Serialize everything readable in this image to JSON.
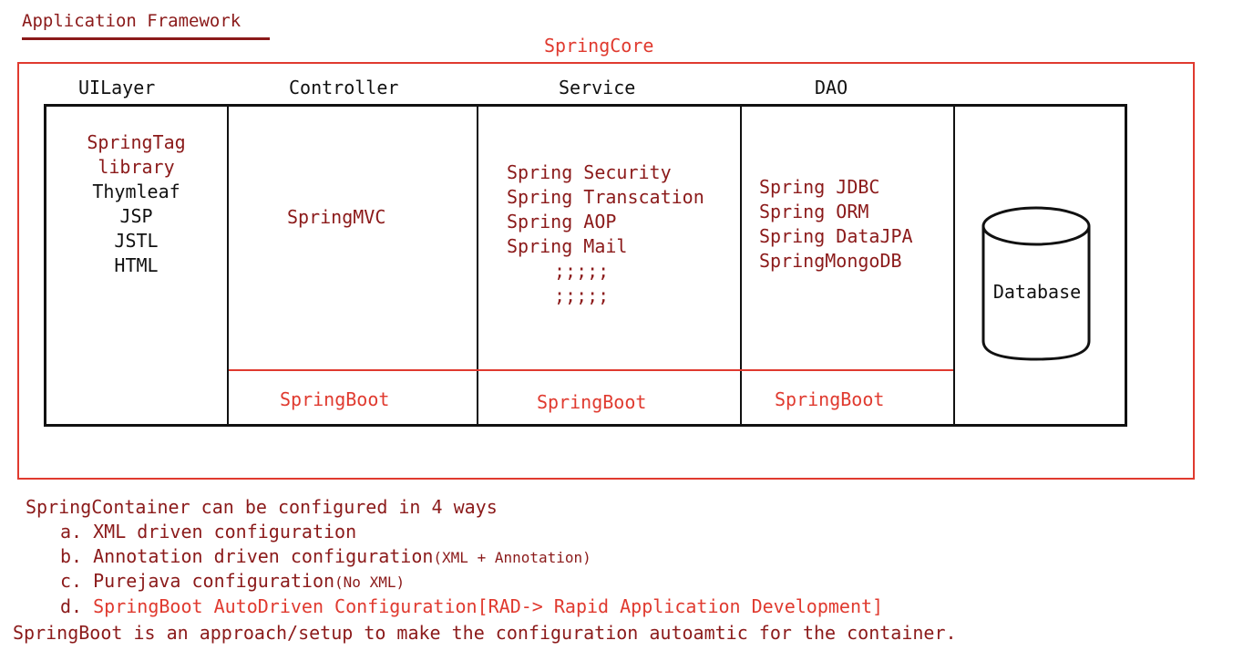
{
  "title": "Application Framework",
  "core_label": "SpringCore",
  "layers": {
    "ui": "UILayer",
    "controller": "Controller",
    "service": "Service",
    "dao": "DAO"
  },
  "ui_cell": {
    "line1": "SpringTag",
    "line2": "library",
    "line3": "Thymleaf",
    "line4": "JSP",
    "line5": "JSTL",
    "line6": "HTML"
  },
  "controller_cell": {
    "line1": "SpringMVC",
    "boot": "SpringBoot"
  },
  "service_cell": {
    "line1": "Spring Security",
    "line2": "Spring Transcation",
    "line3": "Spring AOP",
    "line4": "Spring Mail",
    "line5": ";;;;;",
    "line6": ";;;;;",
    "boot": "SpringBoot"
  },
  "dao_cell": {
    "line1": "Spring JDBC",
    "line2": "Spring ORM",
    "line3": "Spring DataJPA",
    "line4": "SpringMongoDB",
    "boot": "SpringBoot"
  },
  "database_label": "Database",
  "notes": {
    "heading": "SpringContainer can be configured in 4 ways",
    "a": "a. XML driven configuration",
    "b": "b. Annotation driven configuration",
    "b_note": "(XML + Annotation)",
    "c": "c. Purejava configuration",
    "c_note": "(No XML)",
    "d_prefix": "d.",
    "d": "SpringBoot AutoDriven Configuration[RAD-> Rapid Application Development]",
    "footer": "SpringBoot is an approach/setup to make the configuration autoamtic for the container."
  },
  "colors": {
    "dark_red": "#8b1a1a",
    "red": "#e03a2f",
    "black": "#111111"
  }
}
